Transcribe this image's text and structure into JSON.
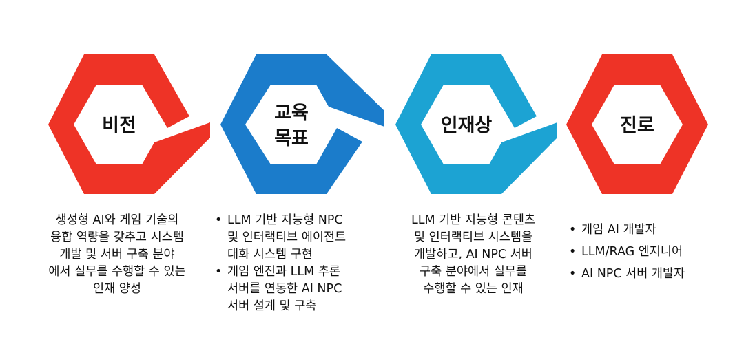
{
  "colors": {
    "vision": "#EE3326",
    "education": "#1B7CCB",
    "talent": "#1CA3D3",
    "career": "#EE3326",
    "text": "#111111"
  },
  "hexagons": [
    {
      "id": "vision",
      "title_lines": [
        "비전"
      ]
    },
    {
      "id": "education",
      "title_lines": [
        "교육",
        "목표"
      ]
    },
    {
      "id": "talent",
      "title_lines": [
        "인재상"
      ]
    },
    {
      "id": "career",
      "title_lines": [
        "진로"
      ]
    }
  ],
  "descriptions": {
    "vision": {
      "lines": [
        "생성형 AI와 게임 기술의",
        "융합 역량을 갖추고 시스템",
        "개발 및 서버 구축 분야",
        "에서 실무를 수행할 수 있는",
        "인재 양성"
      ]
    },
    "education": {
      "bullets": [
        {
          "lines": [
            "LLM 기반 지능형 NPC",
            "및 인터랙티브 에이전트",
            "대화 시스템 구현"
          ]
        },
        {
          "lines": [
            "게임 엔진과 LLM 추론",
            "서버를 연동한 AI NPC",
            "서버 설계 및 구축"
          ]
        }
      ]
    },
    "talent": {
      "lines": [
        "LLM 기반 지능형 콘텐츠",
        "및 인터랙티브 시스템을",
        "개발하고, AI NPC 서버",
        "구축 분야에서 실무를",
        "수행할 수 있는 인재"
      ]
    },
    "career": {
      "bullets": [
        {
          "lines": [
            "게임 AI 개발자"
          ]
        },
        {
          "lines": [
            "LLM/RAG 엔지니어"
          ]
        },
        {
          "lines": [
            "AI NPC 서버 개발자"
          ]
        }
      ]
    }
  }
}
